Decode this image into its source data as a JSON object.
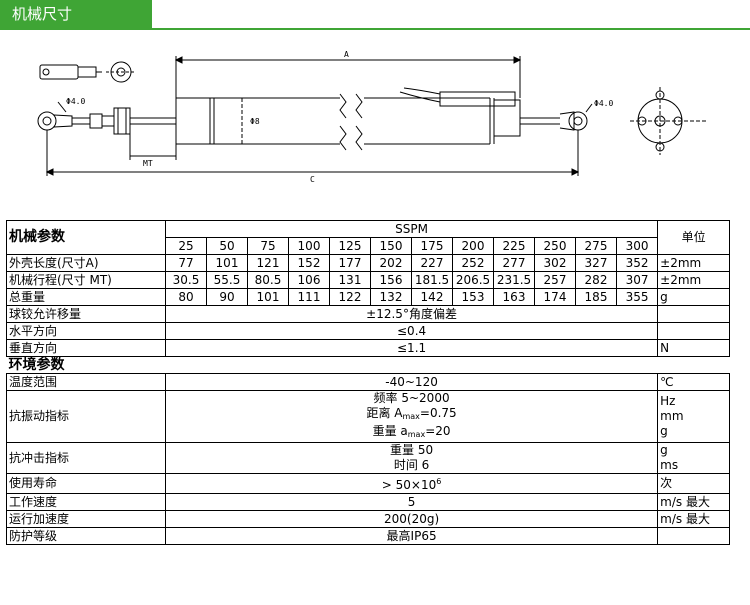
{
  "header": {
    "title": "机械尺寸"
  },
  "drawing": {
    "dim_a": "A",
    "dim_c": "C",
    "dim_mt": "MT",
    "dim_dia1": "Φ4.0",
    "dim_dia2": "Φ4.0",
    "dim_body": "Φ8"
  },
  "mech": {
    "title": "机械参数",
    "model": "SSPM",
    "unit_header": "单位",
    "ranges": [
      "25",
      "50",
      "75",
      "100",
      "125",
      "150",
      "175",
      "200",
      "225",
      "250",
      "275",
      "300"
    ],
    "rows": [
      {
        "label": "外壳长度(尺寸A)",
        "values": [
          "77",
          "101",
          "121",
          "152",
          "177",
          "202",
          "227",
          "252",
          "277",
          "302",
          "327",
          "352"
        ],
        "unit": "±2mm"
      },
      {
        "label": "机械行程(尺寸 MT)",
        "values": [
          "30.5",
          "55.5",
          "80.5",
          "106",
          "131",
          "156",
          "181.5",
          "206.5",
          "231.5",
          "257",
          "282",
          "307"
        ],
        "unit": "±2mm"
      },
      {
        "label": "总重量",
        "values": [
          "80",
          "90",
          "101",
          "111",
          "122",
          "132",
          "142",
          "153",
          "163",
          "174",
          "185",
          "355"
        ],
        "unit": "g"
      }
    ],
    "ball_joint": {
      "label": "球铰允许移量",
      "value": "±12.5°角度偏差",
      "unit": ""
    },
    "horizontal": {
      "label": "水平方向",
      "value": "≤0.4",
      "unit": ""
    },
    "vertical": {
      "label": "垂直方向",
      "value": "≤1.1",
      "unit": "N"
    }
  },
  "env": {
    "title": "环境参数",
    "temperature": {
      "label": "温度范围",
      "value": "-40~120",
      "unit": "℃"
    },
    "vibration": {
      "label": "抗振动指标",
      "line1": "频率 5~2000",
      "line2_pre": "距离 A",
      "line2_sub": "max",
      "line2_post": "=0.75",
      "line3_pre": "重量 a",
      "line3_sub": "max",
      "line3_post": "=20",
      "unit1": "Hz",
      "unit2": "mm",
      "unit3": "g"
    },
    "shock": {
      "label": "抗冲击指标",
      "line1": "重量 50",
      "line2": "时间 6",
      "unit1": "g",
      "unit2": "ms"
    },
    "life": {
      "label": "使用寿命",
      "value_pre": "> 50×10",
      "value_sup": "6",
      "unit": "次"
    },
    "speed": {
      "label": "工作速度",
      "value": "5",
      "unit": "m/s 最大"
    },
    "accel": {
      "label": "运行加速度",
      "value": "200(20g)",
      "unit": "m/s 最大"
    },
    "protection": {
      "label": "防护等级",
      "value": "最高IP65",
      "unit": ""
    }
  }
}
